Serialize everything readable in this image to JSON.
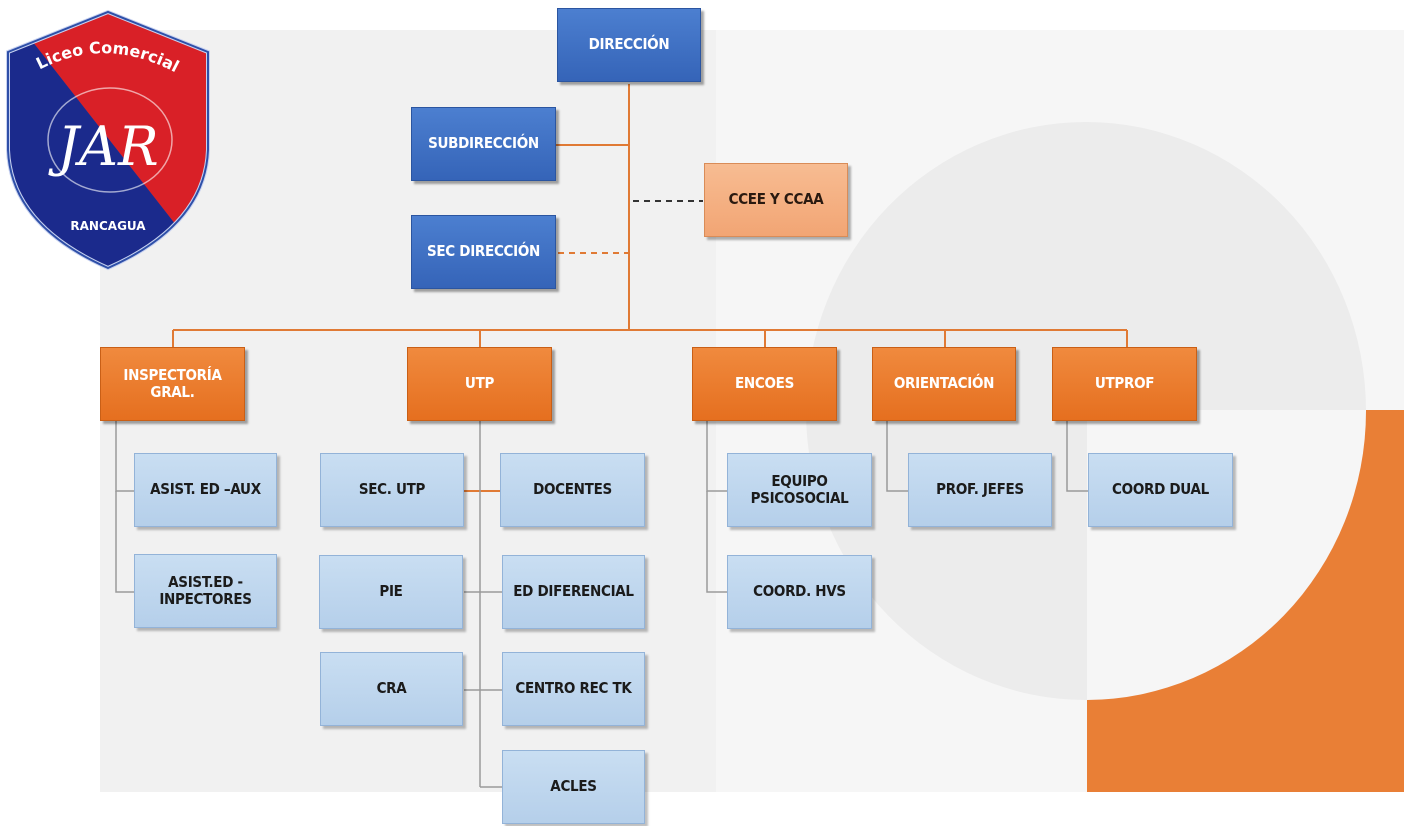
{
  "logo": {
    "top_text": "Liceo Comercial",
    "monogram": "JAR",
    "city": "RANCAGUA",
    "colors": {
      "red": "#d92027",
      "navy": "#1b2a8c",
      "border": "#2e4fa8"
    }
  },
  "org": {
    "direccion": "DIRECCIÓN",
    "subdireccion": "SUBDIRECCIÓN",
    "sec_direccion": "SEC DIRECCIÓN",
    "ccee": "CCEE Y CCAA",
    "departments": {
      "inspectoria": "INSPECTORÍA GRAL.",
      "utp": "UTP",
      "encoes": "ENCOES",
      "orientacion": "ORIENTACIÓN",
      "utprof": "UTPROF"
    },
    "units": {
      "asist_aux": "ASIST. ED –AUX",
      "asist_insp": "ASIST.ED - INPECTORES",
      "sec_utp": "SEC. UTP",
      "pie": "PIE",
      "cra": "CRA",
      "docentes": "DOCENTES",
      "ed_diferencial": "ED DIFERENCIAL",
      "centro_rec": "CENTRO REC TK",
      "acles": "ACLES",
      "equipo_psico": "EQUIPO PSICOSOCIAL",
      "coord_hvs": "COORD. HVS",
      "prof_jefes": "PROF. JEFES",
      "coord_dual": "COORD DUAL"
    }
  },
  "colors": {
    "blue_box": "#3e6fc4",
    "orange_box": "#ec7a2c",
    "peach_box": "#f4ad7e",
    "light_box": "#bfd7ee",
    "connector_orange": "#e07a35",
    "connector_gray": "#9a9a9a",
    "accent_orange": "#e97f36"
  }
}
